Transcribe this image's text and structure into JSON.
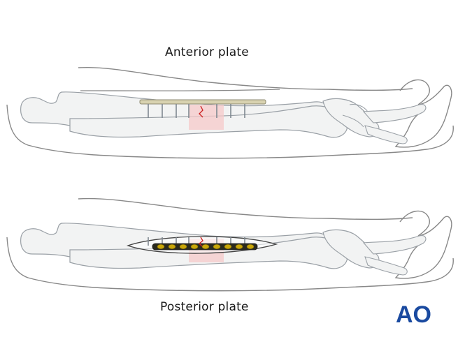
{
  "labels": {
    "top": "Anterior plate",
    "bottom": "Posterior plate"
  },
  "logo": {
    "text": "AO",
    "color": "#1a4aa0"
  },
  "colors": {
    "outline": "#888888",
    "bone_outline": "#9aa0a6",
    "bone_fill": "#f2f3f3",
    "plate": "#d8d2b0",
    "plate_outline": "#8e8a70",
    "fracture_zone": "#f6c9c9",
    "fracture_line": "#cc2222",
    "hole": "#c9a70a"
  },
  "icons": [
    "forearm-illustration",
    "plate-icon",
    "ao-logo"
  ]
}
